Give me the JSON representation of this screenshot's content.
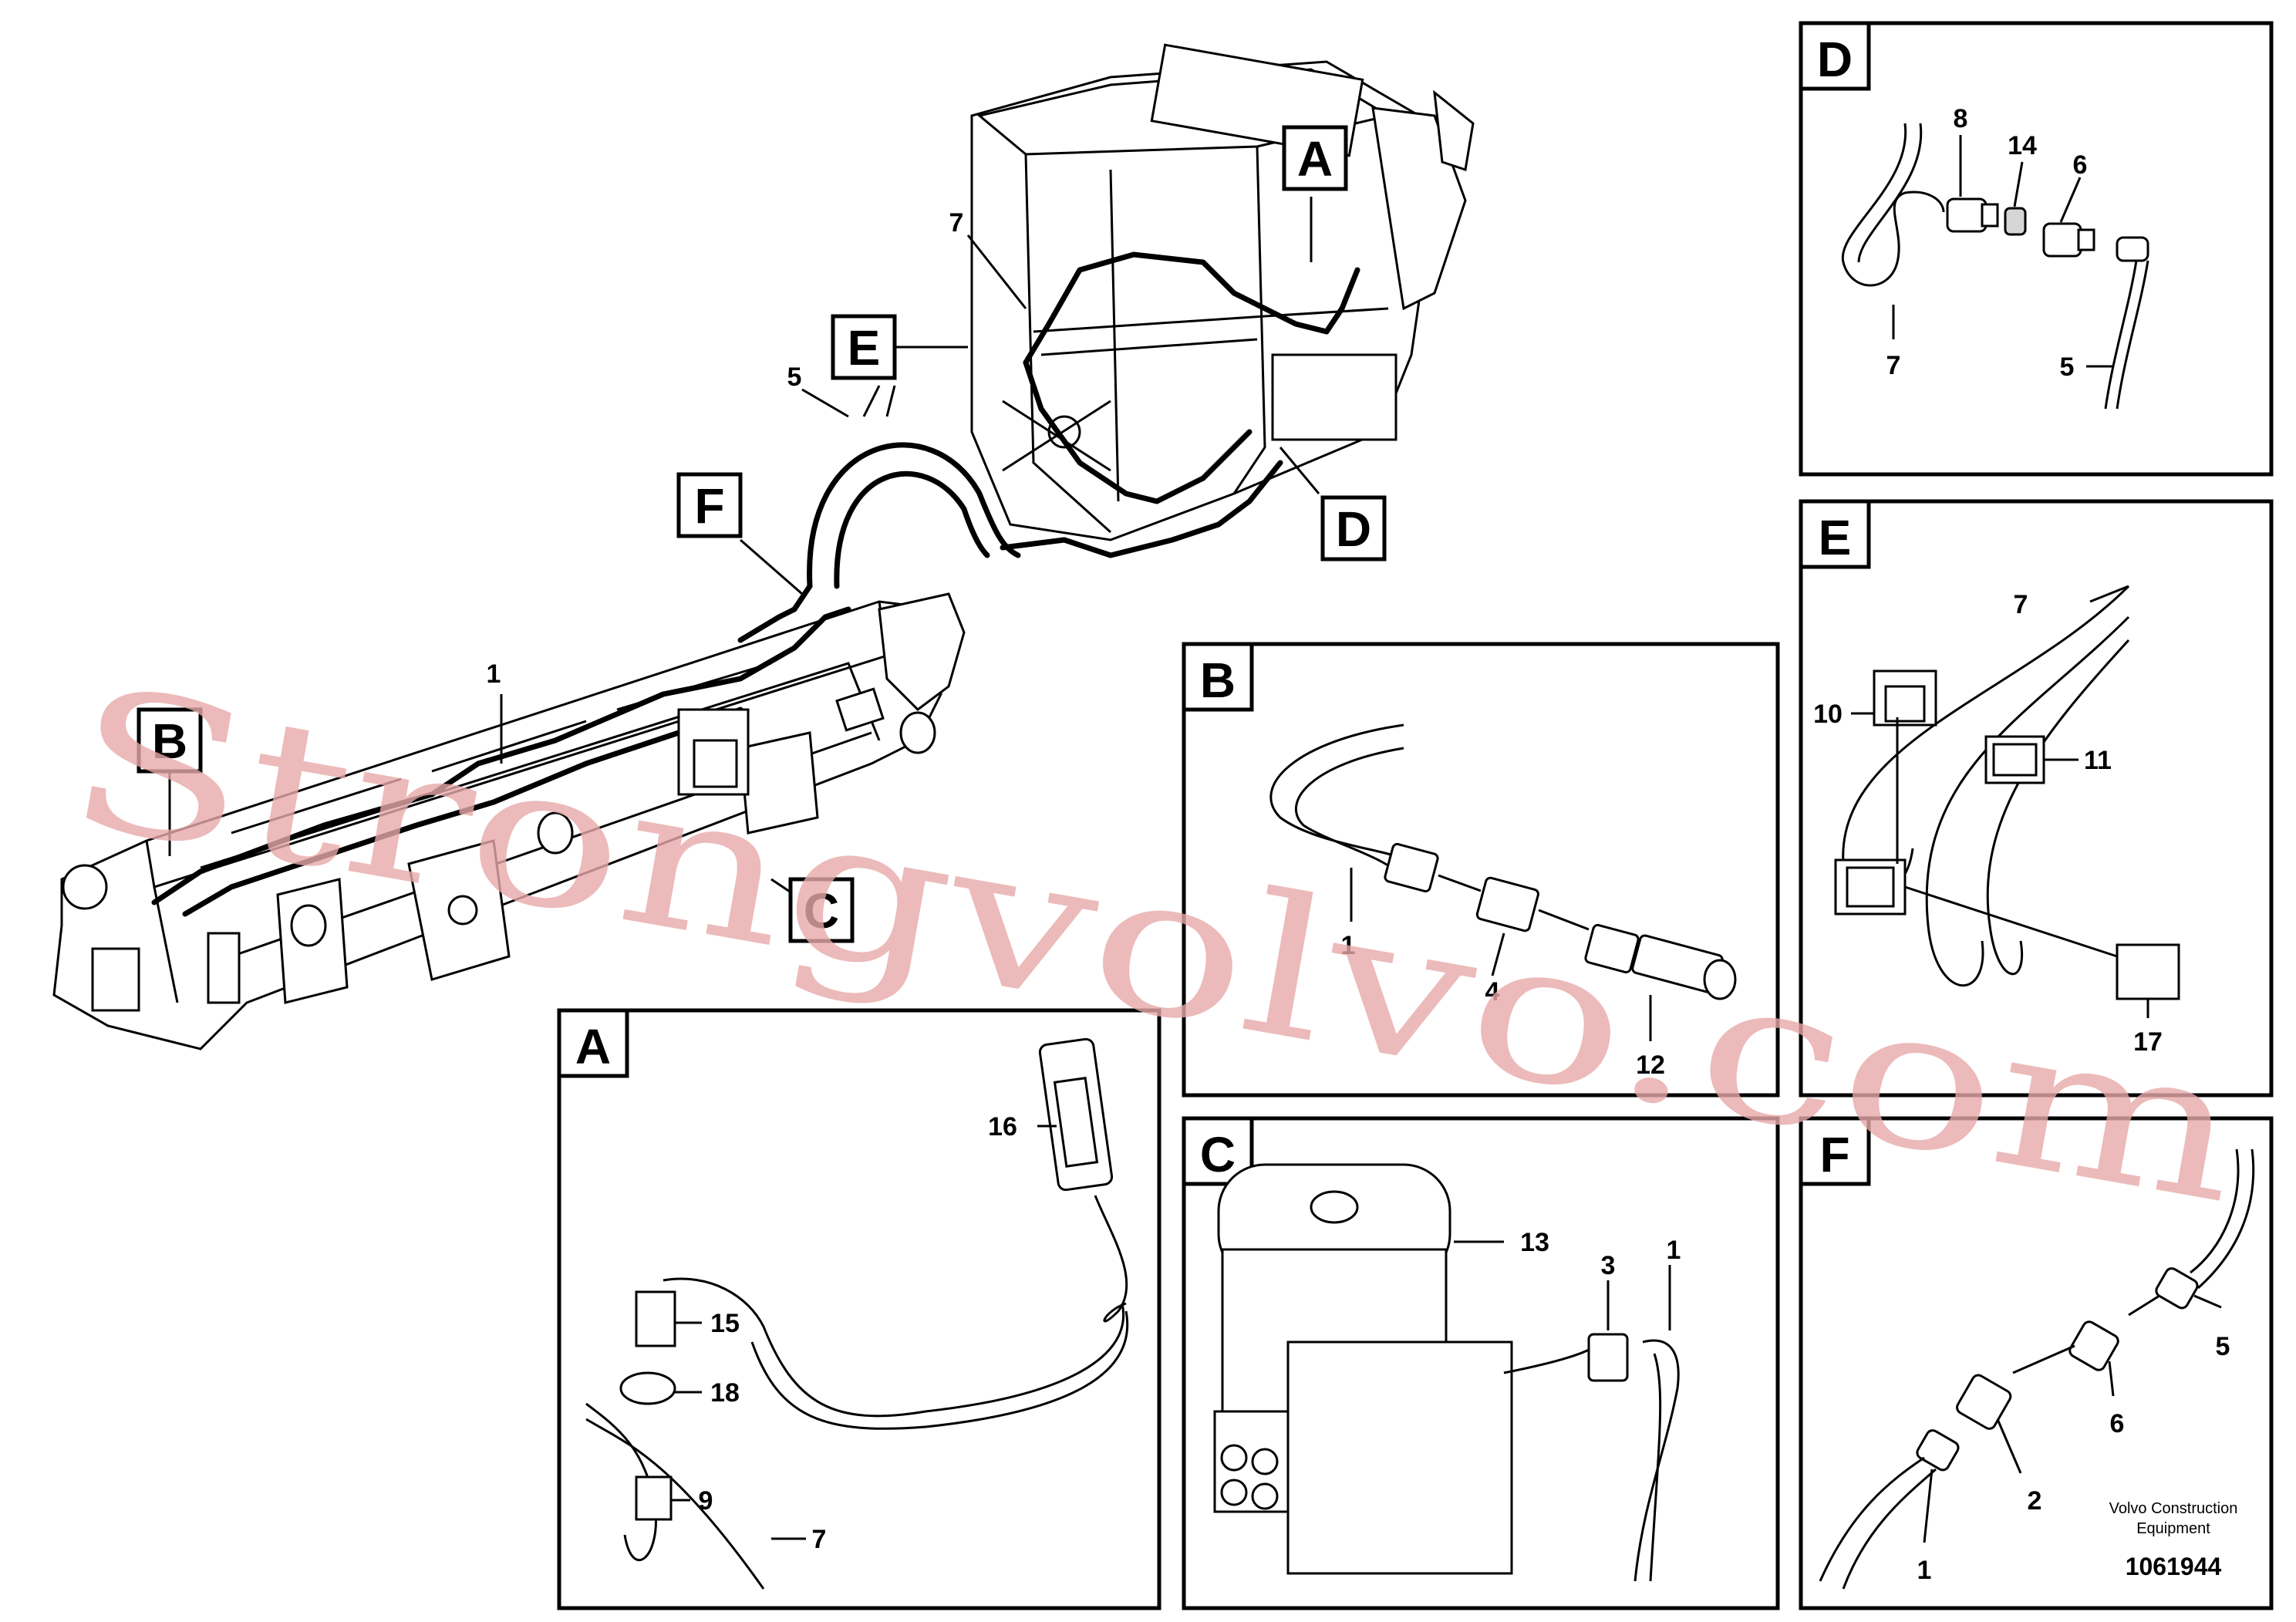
{
  "sections": {
    "A": "A",
    "B": "B",
    "C": "C",
    "D": "D",
    "E": "E",
    "F": "F"
  },
  "main_view": {
    "callout_A": "A",
    "callout_B": "B",
    "callout_C": "C",
    "callout_D": "D",
    "callout_E": "E",
    "callout_F": "F",
    "part_1": "1",
    "part_5": "5",
    "part_7": "7"
  },
  "detail_A": {
    "p16": "16",
    "p15": "15",
    "p18": "18",
    "p9": "9",
    "p7": "7"
  },
  "detail_B": {
    "p1": "1",
    "p4": "4",
    "p12": "12"
  },
  "detail_C": {
    "p13": "13",
    "p3": "3",
    "p1": "1"
  },
  "detail_D": {
    "p8": "8",
    "p14": "14",
    "p6": "6",
    "p7": "7",
    "p5": "5"
  },
  "detail_E": {
    "p7": "7",
    "p10": "10",
    "p11": "11",
    "p17": "17"
  },
  "detail_F": {
    "p5": "5",
    "p6": "6",
    "p2": "2",
    "p1": "1"
  },
  "footer": {
    "brand_line1": "Volvo Construction",
    "brand_line2": "Equipment",
    "drawing_number": "1061944"
  },
  "watermark": "Strongvolvo.com"
}
